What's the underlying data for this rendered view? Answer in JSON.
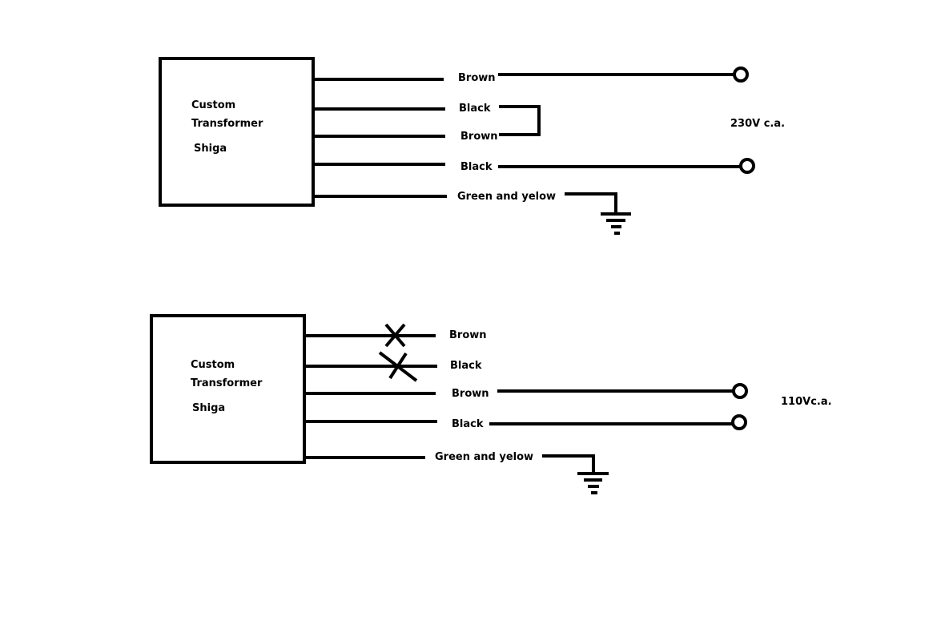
{
  "diagram_top": {
    "box": {
      "line1": "Custom",
      "line2": "Transformer",
      "line3": "Shiga"
    },
    "wires": [
      {
        "label": "Brown"
      },
      {
        "label": "Black"
      },
      {
        "label": "Brown"
      },
      {
        "label": "Black"
      },
      {
        "label": "Green and yelow"
      }
    ],
    "voltage": "230V c.a."
  },
  "diagram_bottom": {
    "box": {
      "line1": "Custom",
      "line2": "Transformer",
      "line3": "Shiga"
    },
    "wires": [
      {
        "label": "Brown",
        "cut": true
      },
      {
        "label": "Black",
        "cut": true
      },
      {
        "label": "Brown"
      },
      {
        "label": "Black"
      },
      {
        "label": "Green and yelow"
      }
    ],
    "voltage": "110Vc.a."
  }
}
